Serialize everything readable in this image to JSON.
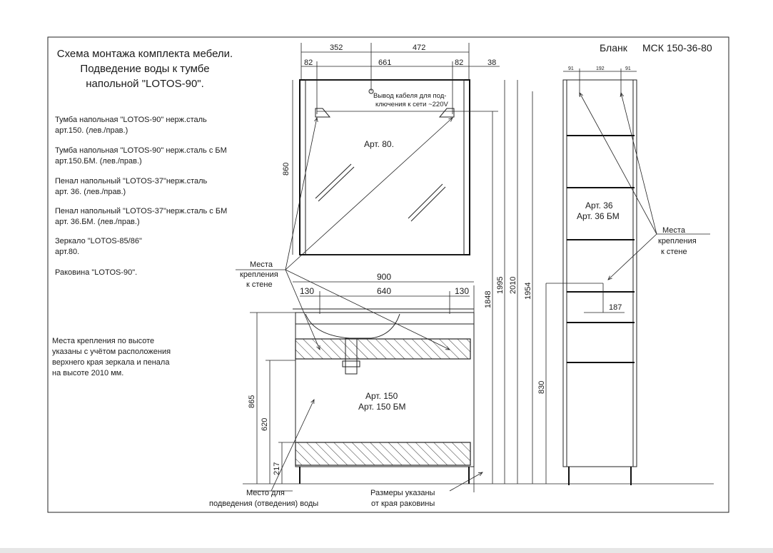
{
  "title": {
    "line1": "Схема монтажа комплекта мебели.",
    "line2": "Подведение воды к тумбе",
    "line3": "напольной    \"LOTOS-90\"."
  },
  "form": {
    "label": "Бланк",
    "code": "МСК 150-36-80"
  },
  "items": [
    {
      "line1": "Тумба напольная \"LOTOS-90\" нерж.сталь",
      "line2": "арт.150. (лев./прав.)"
    },
    {
      "line1": "Тумба напольная \"LOTOS-90\" нерж.сталь с БМ",
      "line2": "арт.150.БМ. (лев./прав.)"
    },
    {
      "line1": "Пенал напольный \"LOTOS-37\"нерж.сталь",
      "line2": "арт. 36. (лев./прав.)"
    },
    {
      "line1": "Пенал напольный \"LOTOS-37\"нерж.сталь с БМ",
      "line2": "арт. 36.БМ. (лев./прав.)"
    },
    {
      "line1": "Зеркало \"LOTOS-85/86\"",
      "line2": "арт.80."
    },
    {
      "line1": "Раковина    \"LOTOS-90\".",
      "line2": ""
    }
  ],
  "height_note": {
    "line1": "Места крепления по высоте",
    "line2": "указаны с учётом расположения",
    "line3": "верхнего края зеркала и пенала",
    "line4": "на высоте 2010 мм."
  },
  "labels": {
    "mirror": "Арт. 80.",
    "cabinet_1": "Арт. 150",
    "cabinet_2": "Арт. 150 БМ",
    "tower_1": "Арт. 36",
    "tower_2": "Арт. 36 БМ",
    "cable_1": "Вывод кабеля для под-",
    "cable_2": "ключения к сети ~220V",
    "mount_left_1": "Места",
    "mount_left_2": "крепления",
    "mount_left_3": "к стене",
    "mount_right_1": "Места",
    "mount_right_2": "крепления",
    "mount_right_3": "к стене",
    "water_1": "Место для",
    "water_2": "подведения (отведения) воды",
    "sizes_1": "Размеры указаны",
    "sizes_2": "от края раковины"
  },
  "dimensions": {
    "d352": "352",
    "d472": "472",
    "d82a": "82",
    "d661": "661",
    "d82b": "82",
    "d38": "38",
    "d860": "860",
    "d900": "900",
    "d130a": "130",
    "d640": "640",
    "d130b": "130",
    "d1848": "1848",
    "d1995": "1995",
    "d2010": "2010",
    "d1954": "1954",
    "d865": "865",
    "d620": "620",
    "d217": "217",
    "d830": "830",
    "d187": "187",
    "d91a": "91",
    "d192": "192",
    "d91b": "91"
  }
}
